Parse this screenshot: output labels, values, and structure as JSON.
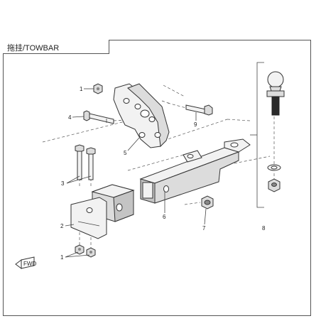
{
  "header": {
    "title": "拖挂/TOWBAR"
  },
  "callouts": [
    {
      "id": "c1a",
      "label": "1"
    },
    {
      "id": "c4",
      "label": "4"
    },
    {
      "id": "c5",
      "label": "5"
    },
    {
      "id": "c9",
      "label": "9"
    },
    {
      "id": "c3",
      "label": "3"
    },
    {
      "id": "c2",
      "label": "2"
    },
    {
      "id": "c1b",
      "label": "1"
    },
    {
      "id": "c6",
      "label": "6"
    },
    {
      "id": "c7",
      "label": "7"
    },
    {
      "id": "c8",
      "label": "8"
    }
  ],
  "stamp": {
    "text": "FWD"
  }
}
